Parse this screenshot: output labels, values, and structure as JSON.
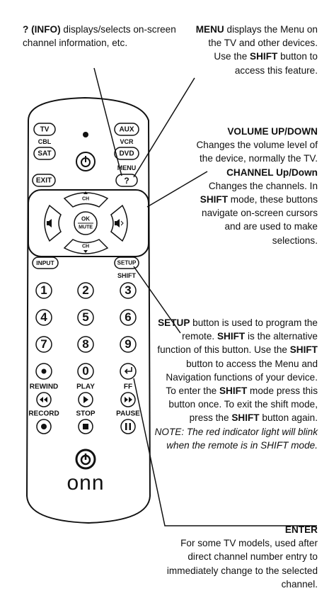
{
  "callouts": {
    "info": {
      "head": "? (INFO)",
      "text": " displays/selects on-screen channel information, etc."
    },
    "menu": {
      "head": "MENU",
      "t1": " displays the Menu on the TV and other devices. Use the ",
      "shift": "SHIFT",
      "t2": " button to access this feature."
    },
    "volume": {
      "head": "VOLUME UP/DOWN",
      "t1": "Changes the volume level of the device, normally the TV."
    },
    "channel": {
      "head": "CHANNEL Up/Down",
      "t1": "Changes the channels. In ",
      "shift": "SHIFT",
      "t2": " mode, these buttons navigate on-screen cursors and are used to make selections."
    },
    "setup": {
      "head": "SETUP",
      "t1": " button is used to program the remote. ",
      "shift1": "SHIFT",
      "t2": " is the alternative function of this button. Use the ",
      "shift2": "SHIFT",
      "t3": " button to access the Menu and Navigation functions of your device. To enter the ",
      "shift3": "SHIFT",
      "t4": " mode press this button once. To exit the shift mode, press the ",
      "shift4": "SHIFT",
      "t5": " button again.",
      "note": "NOTE: The red indicator light will blink when the remote is in SHIFT mode."
    },
    "enter": {
      "head": "ENTER",
      "text": "For some TV models, used after direct channel number entry to immediately change to the selected channel."
    }
  },
  "remote": {
    "tv": "TV",
    "cbl": "CBL",
    "sat": "SAT",
    "aux": "AUX",
    "vcr": "VCR",
    "dvd": "DVD",
    "menu": "MENU",
    "info": "?",
    "exit": "EXIT",
    "ok": "OK",
    "mute": "MUTE",
    "ch": "CH",
    "input": "INPUT",
    "setup": "SETUP",
    "shift": "SHIFT",
    "digits": [
      "1",
      "2",
      "3",
      "4",
      "5",
      "6",
      "7",
      "8",
      "9",
      "0"
    ],
    "rewind": "REWIND",
    "play": "PLAY",
    "ff": "FF",
    "record": "RECORD",
    "stop": "STOP",
    "pause": "PAUSE",
    "brand": "onn"
  }
}
